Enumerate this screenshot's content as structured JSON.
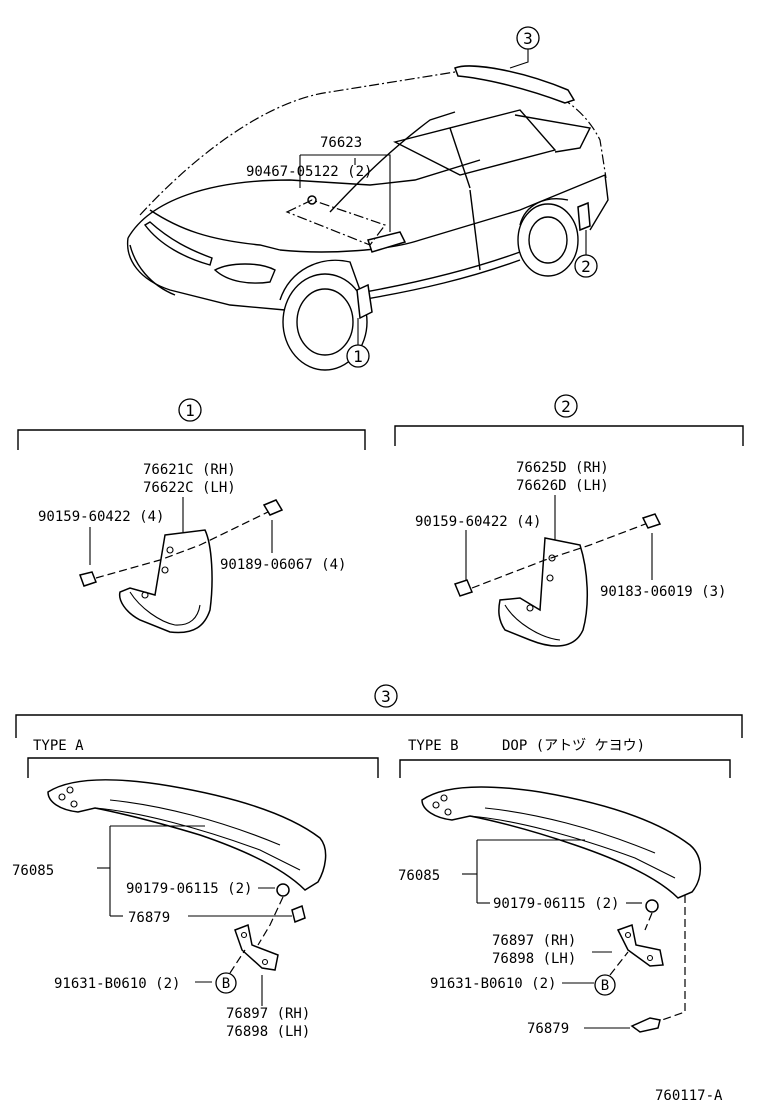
{
  "callouts": {
    "c1": "1",
    "c2": "2",
    "c3": "3"
  },
  "overview": {
    "bracket_part": "76623",
    "bracket_bolt": "90467-05122 (2)"
  },
  "section1": {
    "header": "1",
    "mudguard_rh": "76621C (RH)",
    "mudguard_lh": "76622C (LH)",
    "screw": "90159-60422 (4)",
    "nut": "90189-06067 (4)"
  },
  "section2": {
    "header": "2",
    "mudguard_rh": "76625D (RH)",
    "mudguard_lh": "76626D (LH)",
    "screw": "90159-60422 (4)",
    "nut": "90183-06019 (3)"
  },
  "section3": {
    "header": "3",
    "type_a": {
      "title": "TYPE  A",
      "spoiler": "76085",
      "screw": "90179-06115 (2)",
      "cap": "76879",
      "plug": "91631-B0610 (2)",
      "ref": "B",
      "bracket_rh": "76897 (RH)",
      "bracket_lh": "76898 (LH)"
    },
    "type_b": {
      "title": "TYPE  B",
      "note": "DOP (アトヅ ケヨウ)",
      "spoiler": "76085",
      "screw": "90179-06115 (2)",
      "bracket_rh": "76897 (RH)",
      "bracket_lh": "76898 (LH)",
      "plug": "91631-B0610 (2)",
      "ref": "B",
      "cap": "76879"
    }
  },
  "diagram_id": "760117-A"
}
